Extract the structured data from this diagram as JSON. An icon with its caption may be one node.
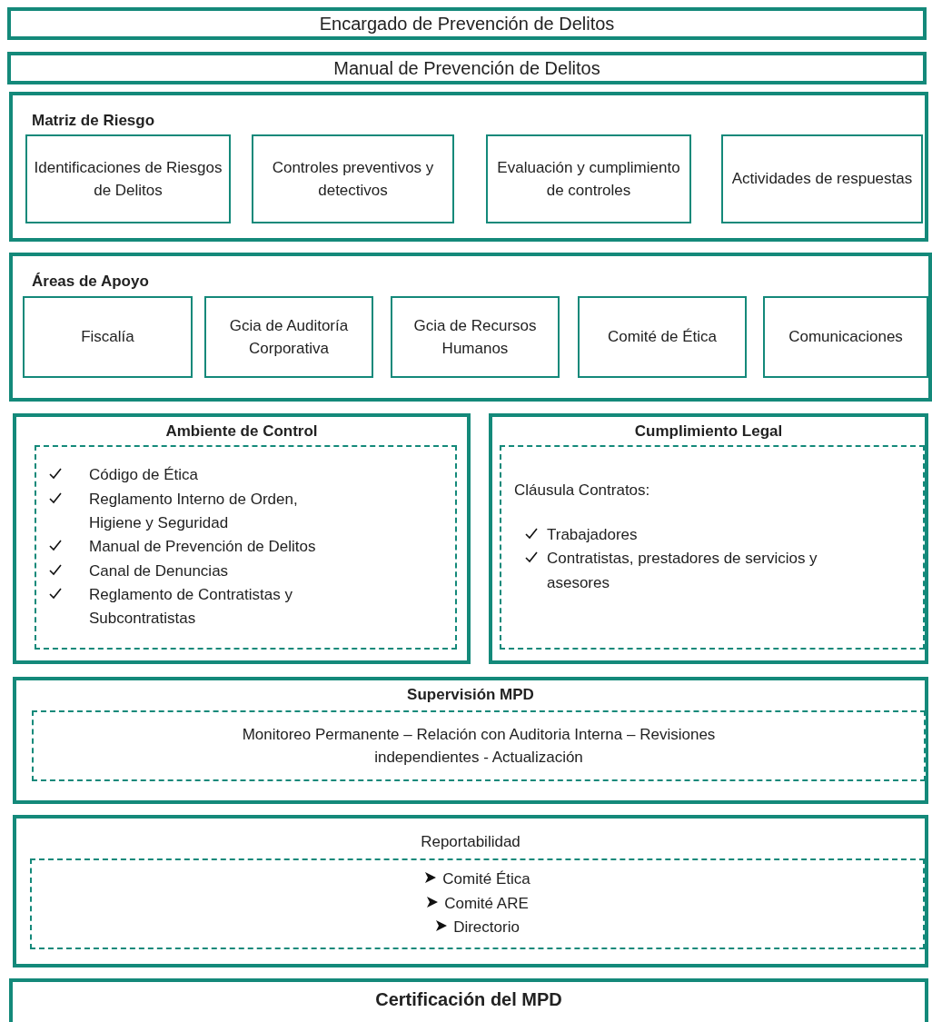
{
  "diagram": {
    "nodes": [
      {
        "text": [
          "Encargado de Prevención de Delitos"
        ]
      },
      {
        "text": [
          "Manual de Prevención de Delitos"
        ]
      },
      {
        "text": [
          "Matriz de Riesgo"
        ]
      },
      {
        "text": [
          "Identificaciones de Riesgos de Delitos"
        ],
        "in": 2
      },
      {
        "text": [
          "Controles preventivos y detectivos"
        ],
        "in": 2
      },
      {
        "text": [
          "Evaluación y cumplimiento de controles"
        ],
        "in": 2
      },
      {
        "text": [
          "Actividades de respuestas"
        ],
        "in": 2
      },
      {
        "text": [
          "Áreas de Apoyo"
        ]
      },
      {
        "text": [
          "Fiscalía"
        ],
        "in": 7
      },
      {
        "text": [
          "Gcia de Auditoría Corporativa"
        ],
        "in": 7
      },
      {
        "text": [
          "Gcia de Recursos Humanos"
        ],
        "in": 7
      },
      {
        "text": [
          "Comité de Ética"
        ],
        "in": 7
      },
      {
        "text": [
          "Comunicaciones"
        ],
        "in": 7
      },
      {
        "text": [
          "Ambiente de Control"
        ]
      },
      {
        "text": [
          "Código de Ética",
          "Reglamento Interno de Orden, Higiene y Seguridad",
          "Manual de Prevención de Delitos",
          "Canal de Denuncias",
          "Reglamento de Contratistas y Subcontratistas"
        ],
        "in": 13
      },
      {
        "text": [
          "Cumplimiento Legal"
        ]
      },
      {
        "text": [
          "Cláusula Contratos:",
          "Trabajadores",
          "Contratistas, prestadores de servicios y asesores"
        ],
        "in": 15
      },
      {
        "text": [
          "Supervisión MPD"
        ]
      },
      {
        "text": [
          "Monitoreo Permanente – Relación con Auditoria Interna – Revisiones independientes - Actualización"
        ],
        "in": 17
      },
      {
        "text": [
          "Reportabilidad"
        ]
      },
      {
        "text": [
          "Comité Ética",
          "Comité ARE",
          "Directorio"
        ],
        "in": 19
      },
      {
        "text": [
          "Certificación del MPD"
        ]
      }
    ],
    "edges": []
  }
}
